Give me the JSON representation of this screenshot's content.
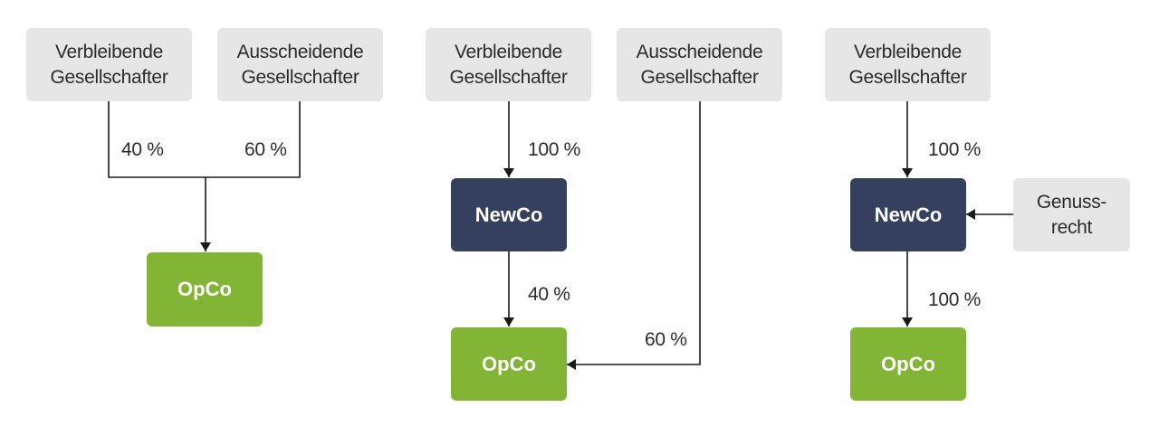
{
  "diagram_1": {
    "remaining": {
      "line1": "Verbleibende",
      "line2": "Gesellschafter"
    },
    "leaving": {
      "line1": "Ausscheidende",
      "line2": "Gesellschafter"
    },
    "pct_remaining": "40 %",
    "pct_leaving": "60 %",
    "opco": "OpCo"
  },
  "diagram_2": {
    "remaining": {
      "line1": "Verbleibende",
      "line2": "Gesellschafter"
    },
    "leaving": {
      "line1": "Ausscheidende",
      "line2": "Gesellschafter"
    },
    "pct_to_newco": "100 %",
    "newco": "NewCo",
    "pct_newco_to_opco": "40 %",
    "pct_leaving_to_opco": "60 %",
    "opco": "OpCo"
  },
  "diagram_3": {
    "remaining": {
      "line1": "Verbleibende",
      "line2": "Gesellschafter"
    },
    "pct_to_newco": "100 %",
    "newco": "NewCo",
    "genussrecht": {
      "line1": "Genuss-",
      "line2": "recht"
    },
    "pct_newco_to_opco": "100 %",
    "opco": "OpCo"
  }
}
